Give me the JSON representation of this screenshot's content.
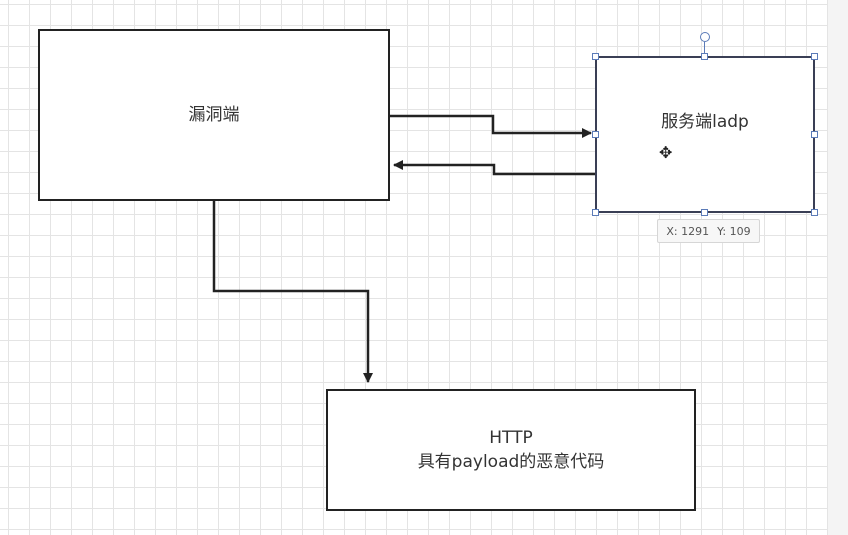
{
  "nodes": {
    "vulnerable_end": "漏洞端",
    "ldap_server": "服务端ladp",
    "http_line1": "HTTP",
    "http_line2": "具有payload的恶意代码"
  },
  "coordinates_tooltip": {
    "x": "X: 1291",
    "y": "Y: 109"
  },
  "colors": {
    "grid": "#e4e4e4",
    "border": "#222222",
    "selection": "#5b7bb8"
  },
  "icons": {
    "cursor": "move-cursor-icon"
  }
}
